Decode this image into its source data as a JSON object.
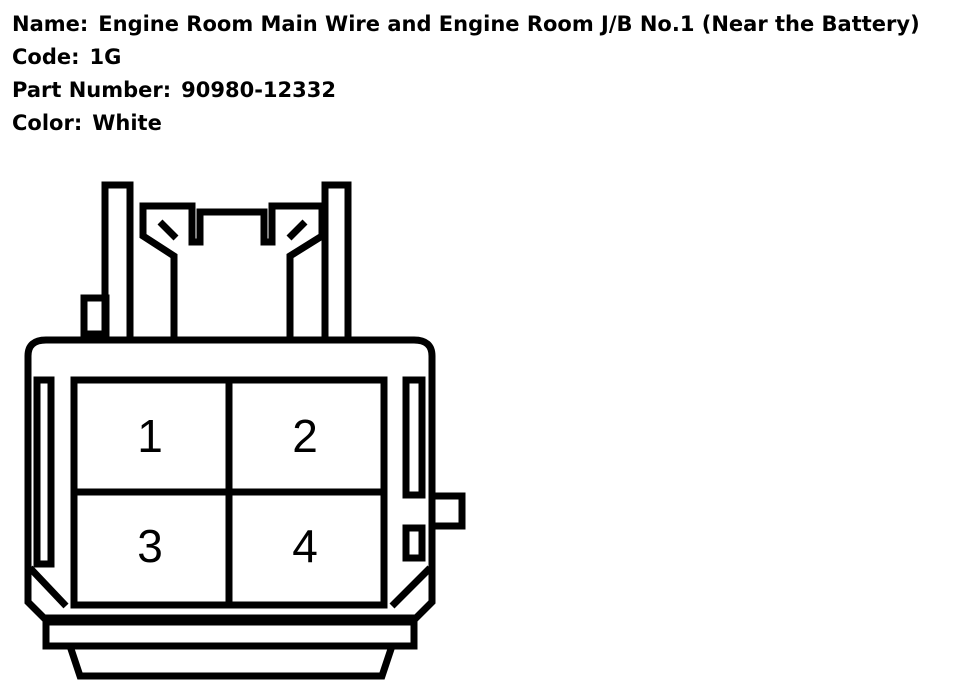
{
  "info": {
    "name_label": "Name:",
    "name_value": "Engine Room Main Wire and Engine Room J/B No.1 (Near the Battery)",
    "code_label": "Code:",
    "code_value": "1G",
    "part_label": "Part Number:",
    "part_value": "90980-12332",
    "color_label": "Color:",
    "color_value": "White"
  },
  "connector": {
    "pins": [
      "1",
      "2",
      "3",
      "4"
    ]
  }
}
